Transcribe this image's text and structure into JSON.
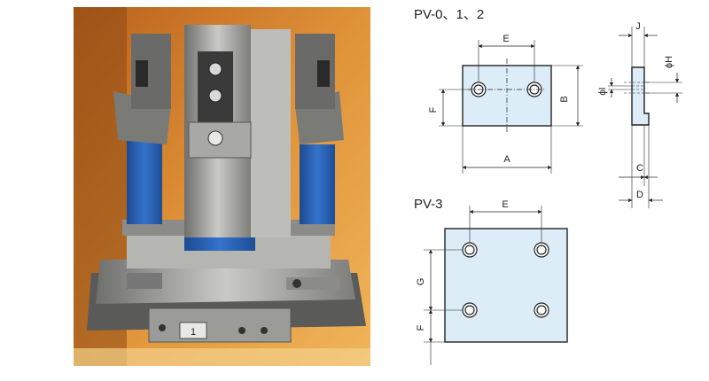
{
  "photo": {
    "plate_number": "1",
    "colors": {
      "background": "#d9832a",
      "fixture_blue": "#2660b8",
      "fixture_metal": "#a9a9a6",
      "plate_light_blue": "#dcedf7"
    }
  },
  "drawings": {
    "pv012": {
      "title": "PV-0、1、2",
      "labels": {
        "E": "E",
        "F": "F",
        "B": "B",
        "A": "A"
      }
    },
    "side": {
      "labels": {
        "J": "J",
        "H": "ϕH",
        "I": "ϕI",
        "C": "C",
        "D": "D"
      }
    },
    "pv3": {
      "title": "PV-3",
      "labels": {
        "E": "E",
        "G": "G",
        "F": "F"
      }
    }
  }
}
